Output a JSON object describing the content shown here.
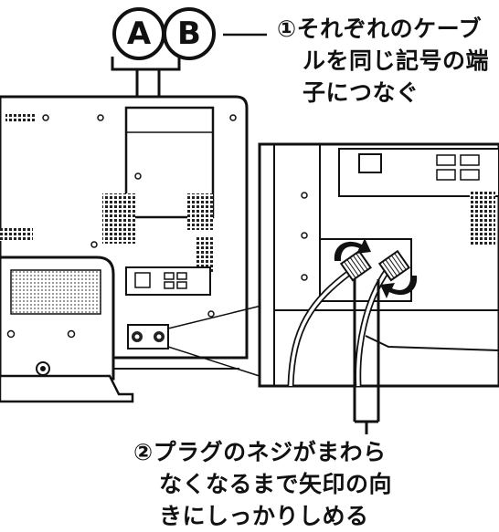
{
  "labels": {
    "a": "A",
    "b": "B"
  },
  "step1": {
    "lines": [
      "①それぞれのケーブ",
      "ルを同じ記号の端",
      "子につなぐ"
    ]
  },
  "step2": {
    "lines": [
      "②プラグのネジがまわら",
      "なくなるまで矢印の向",
      "きにしっかりしめる"
    ]
  },
  "colors": {
    "line": "#111111",
    "panel": "#ffffff",
    "hatch": "#333333"
  }
}
